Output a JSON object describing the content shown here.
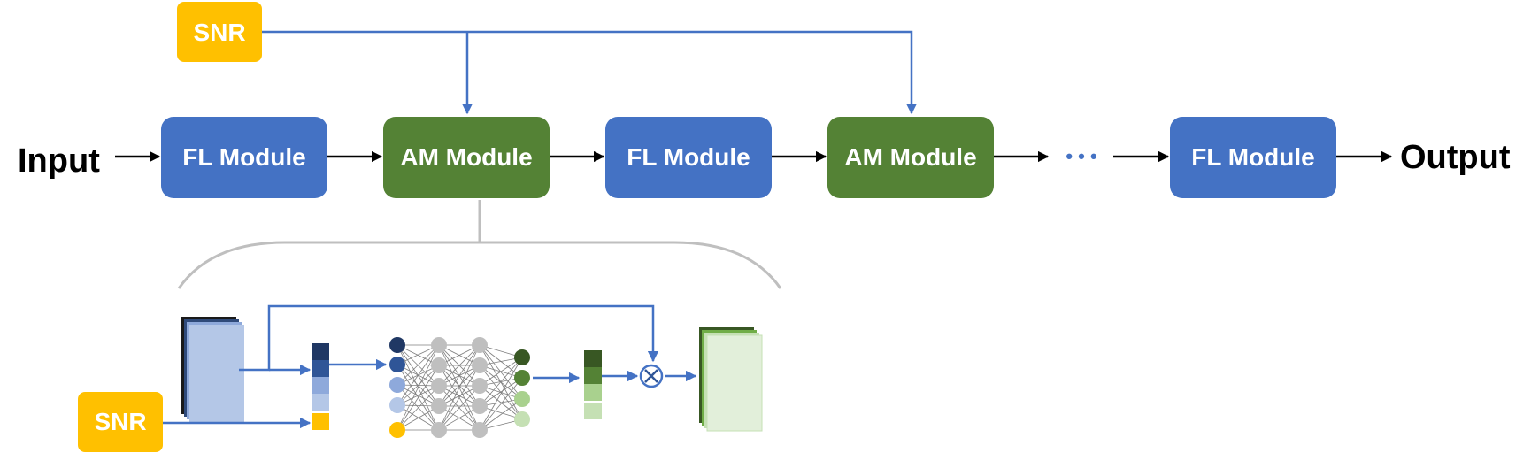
{
  "diagram": {
    "input_label": "Input",
    "output_label": "Output",
    "snr_top_label": "SNR",
    "snr_bottom_label": "SNR",
    "ellipsis": "• • •",
    "modules": [
      "FL Module",
      "AM Module",
      "FL Module",
      "AM Module",
      "FL Module"
    ]
  },
  "colors": {
    "fl_module": "#4472C4",
    "am_module": "#548235",
    "snr": "#FFC000",
    "blue_line": "#4472C4",
    "black_arrow": "#000000",
    "bracket": "#BFBFBF"
  }
}
